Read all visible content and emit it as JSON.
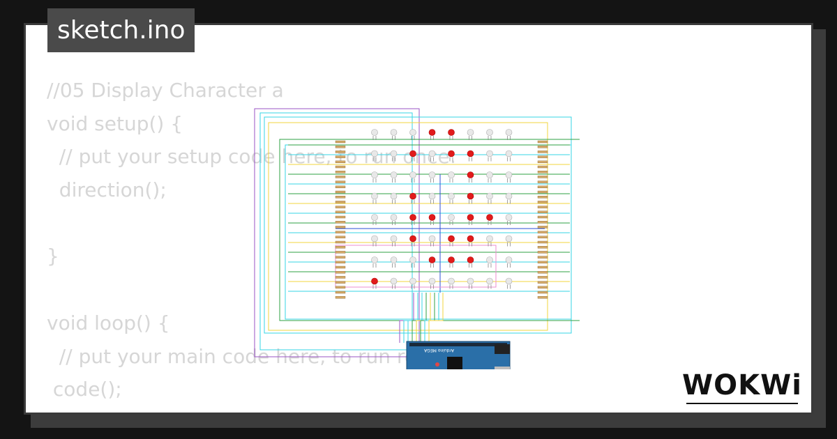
{
  "file_tab": {
    "label": "sketch.ino"
  },
  "code_lines": [
    "//05 Display Character a",
    "void setup() {",
    "  // put your setup code here, to run once:",
    "  direction();",
    "",
    "}",
    "",
    "void loop() {",
    "  // put your main code here, to run repeatedly:",
    " code();",
    "}"
  ],
  "board": {
    "name": "Arduino MEGA",
    "color": "#2a6fa8"
  },
  "led_grid": {
    "rows": 8,
    "cols": 8,
    "lit": [
      [
        0,
        3
      ],
      [
        0,
        4
      ],
      [
        1,
        2
      ],
      [
        1,
        4
      ],
      [
        1,
        5
      ],
      [
        2,
        5
      ],
      [
        3,
        2
      ],
      [
        3,
        5
      ],
      [
        4,
        2
      ],
      [
        4,
        3
      ],
      [
        4,
        5
      ],
      [
        4,
        6
      ],
      [
        5,
        2
      ],
      [
        5,
        4
      ],
      [
        5,
        5
      ],
      [
        6,
        3
      ],
      [
        6,
        4
      ],
      [
        6,
        5
      ],
      [
        7,
        0
      ]
    ],
    "lit_color": "#e11b1b",
    "off_color": "#e8e8e8"
  },
  "brand": {
    "label": "WOKWi"
  },
  "colors": {
    "wire_green": "#2ea043",
    "wire_cyan": "#35d6e6",
    "wire_yellow": "#f1d43c",
    "wire_purple": "#9a53c6",
    "wire_blue": "#2b4fd6",
    "wire_pink": "#ee8ecf"
  }
}
